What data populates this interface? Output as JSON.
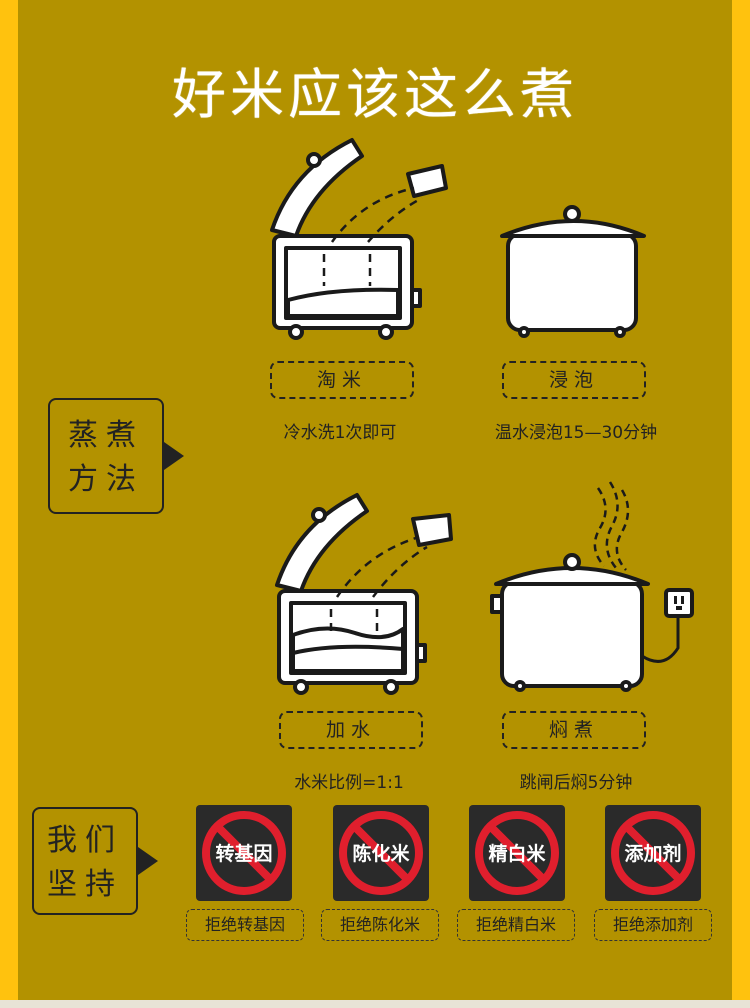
{
  "title": "好米应该这么煮",
  "method_box": {
    "line1": "蒸煮",
    "line2": "方法"
  },
  "steps": [
    {
      "label": "淘米",
      "desc": "冷水洗1次即可"
    },
    {
      "label": "浸泡",
      "desc": "温水浸泡15—30分钟"
    },
    {
      "label": "加水",
      "desc": "水米比例=1:1"
    },
    {
      "label": "焖煮",
      "desc": "跳闸后焖5分钟"
    }
  ],
  "commit_box": {
    "line1": "我们",
    "line2": "坚持"
  },
  "badges": [
    {
      "text": "转基因",
      "refuse": "拒绝转基因"
    },
    {
      "text": "陈化米",
      "refuse": "拒绝陈化米"
    },
    {
      "text": "精白米",
      "refuse": "拒绝精白米"
    },
    {
      "text": "添加剂",
      "refuse": "拒绝添加剂"
    }
  ],
  "colors": {
    "panel": "#B39200",
    "border": "#FFC20E",
    "prohibit": "#E01F2D"
  }
}
